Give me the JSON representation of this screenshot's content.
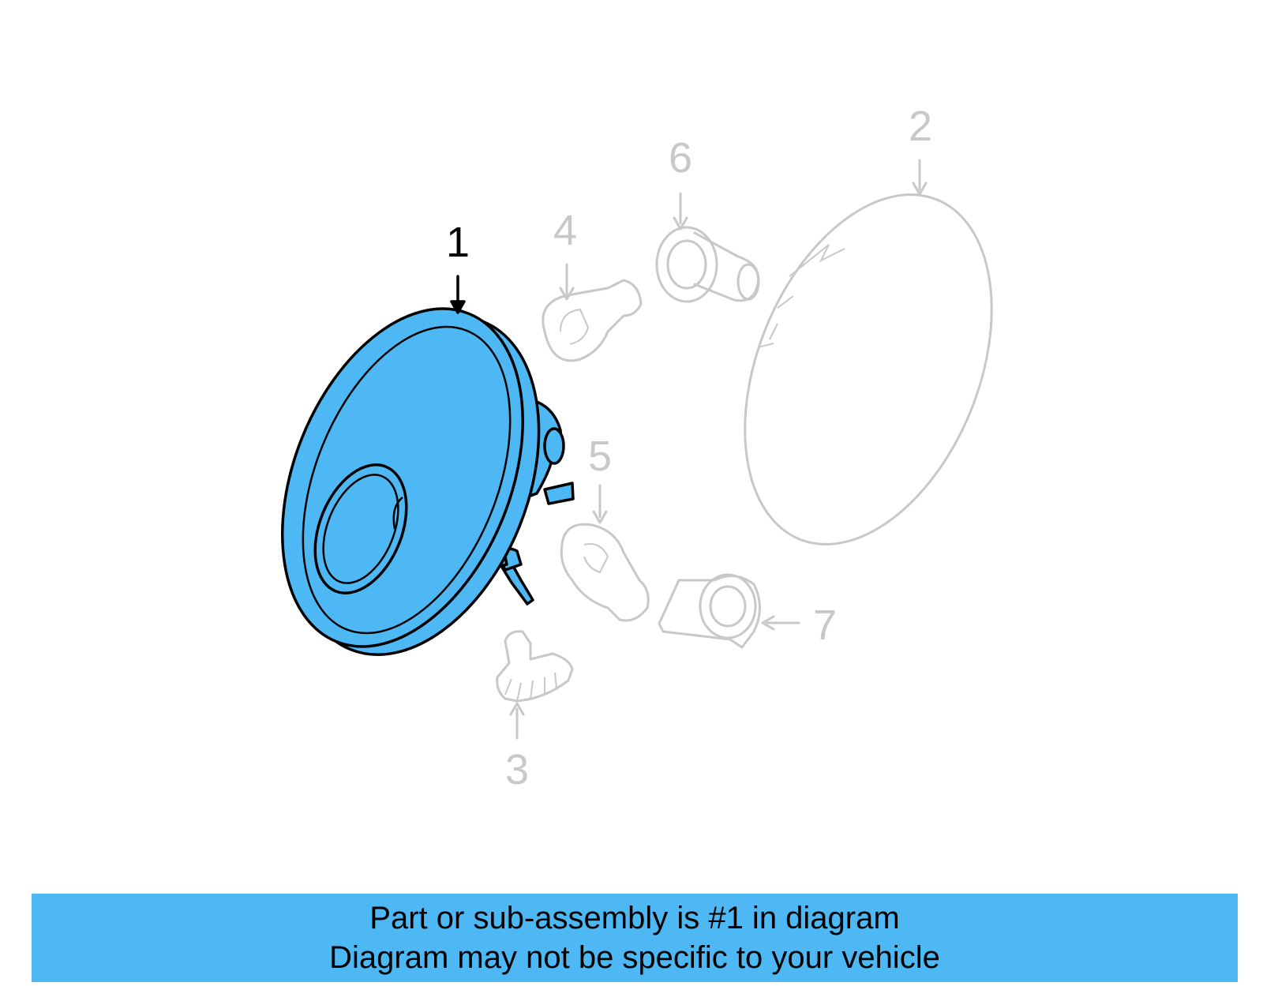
{
  "diagram": {
    "callouts": [
      {
        "id": "1",
        "label": "1",
        "highlighted": true
      },
      {
        "id": "2",
        "label": "2",
        "highlighted": false
      },
      {
        "id": "3",
        "label": "3",
        "highlighted": false
      },
      {
        "id": "4",
        "label": "4",
        "highlighted": false
      },
      {
        "id": "5",
        "label": "5",
        "highlighted": false
      },
      {
        "id": "6",
        "label": "6",
        "highlighted": false
      },
      {
        "id": "7",
        "label": "7",
        "highlighted": false
      }
    ]
  },
  "banner": {
    "line1": "Part or sub-assembly is #1 in diagram",
    "line2": "Diagram may not be specific to your vehicle"
  },
  "colors": {
    "highlight": "#4db8f4",
    "ghost": "#c8c8c8",
    "banner_bg": "#4db8f4",
    "outline": "#000000"
  }
}
